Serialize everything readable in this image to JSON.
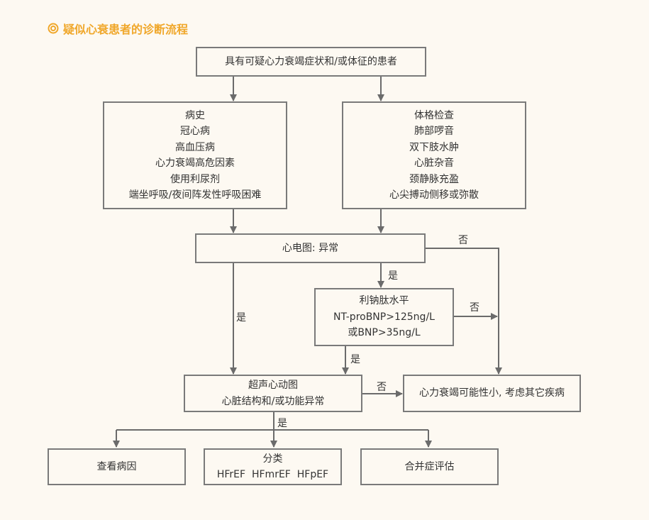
{
  "title": "疑似心衰患者的诊断流程",
  "colors": {
    "title": "#f0a72a",
    "line": "#6b6b6b",
    "box_border": "#7a7a7a",
    "background": "#fdf9f2"
  },
  "nodes": {
    "start": "具有可疑心力衰竭症状和/或体征的患者",
    "history": [
      "病史",
      "冠心病",
      "高血压病",
      "心力衰竭高危因素",
      "使用利尿剂",
      "端坐呼吸/夜间阵发性呼吸困难"
    ],
    "exam": [
      "体格检查",
      "肺部啰音",
      "双下肢水肿",
      "心脏杂音",
      "颈静脉充盈",
      "心尖搏动侧移或弥散"
    ],
    "ecg": "心电图: 异常",
    "bnp": [
      "利钠肽水平",
      "NT-proBNP>125ng/L",
      "或BNP>35ng/L"
    ],
    "echo": [
      "超声心动图",
      "心脏结构和/或功能异常"
    ],
    "unlikely": "心力衰竭可能性小, 考虑其它疾病",
    "cause": "查看病因",
    "classify": [
      "分类",
      "HFrEF  HFmrEF  HFpEF"
    ],
    "comorbid": "合并症评估"
  },
  "edge_labels": {
    "ecg_no": "否",
    "ecg_yes_bnp": "是",
    "ecg_yes_echo": "是",
    "bnp_no": "否",
    "bnp_yes": "是",
    "echo_no": "否",
    "echo_yes": "是"
  }
}
